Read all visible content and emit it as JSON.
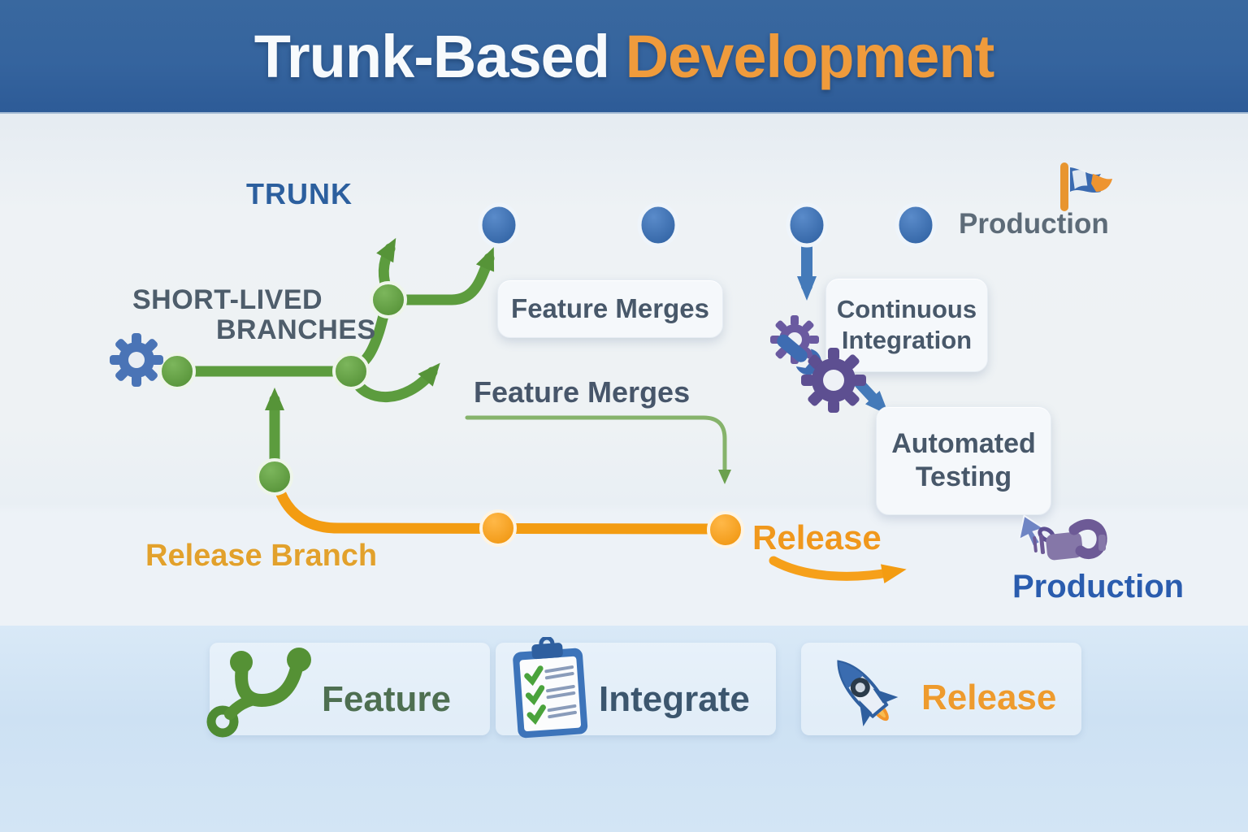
{
  "header": {
    "title_primary": "Trunk-Based ",
    "title_accent": "Development"
  },
  "diagram": {
    "trunk": {
      "label": "TRUNK",
      "production_label": "Production",
      "node_count": 4
    },
    "short_lived_branches": {
      "line1": "SHORT-LIVED",
      "line2": "BRANCHES"
    },
    "feature_merges_box": "Feature Merges",
    "feature_merges_text": "Feature Merges",
    "continuous_integration": {
      "line1": "Continuous",
      "line2": "Integration"
    },
    "automated_testing": {
      "line1": "Automated",
      "line2": "Testing"
    },
    "release": {
      "branch_label": "Release Branch",
      "release_label": "Release",
      "production_label": "Production"
    }
  },
  "legend": {
    "items": [
      {
        "label": "Feature",
        "icon": "git-branch-icon",
        "color": "#4e6f51"
      },
      {
        "label": "Integrate",
        "icon": "clipboard-checklist-icon",
        "color": "#3c566e"
      },
      {
        "label": "Release",
        "icon": "rocket-icon",
        "color": "#ee9b2e"
      }
    ]
  },
  "colors": {
    "header_bg": "#35649e",
    "title_accent": "#ef9b3c",
    "trunk_blue": "#316bb0",
    "branch_green": "#5c9c3e",
    "release_orange": "#f39c12",
    "callout_text": "#48586a",
    "gear_purple": "#6a5aa0",
    "production_blue": "#2a5cae"
  }
}
